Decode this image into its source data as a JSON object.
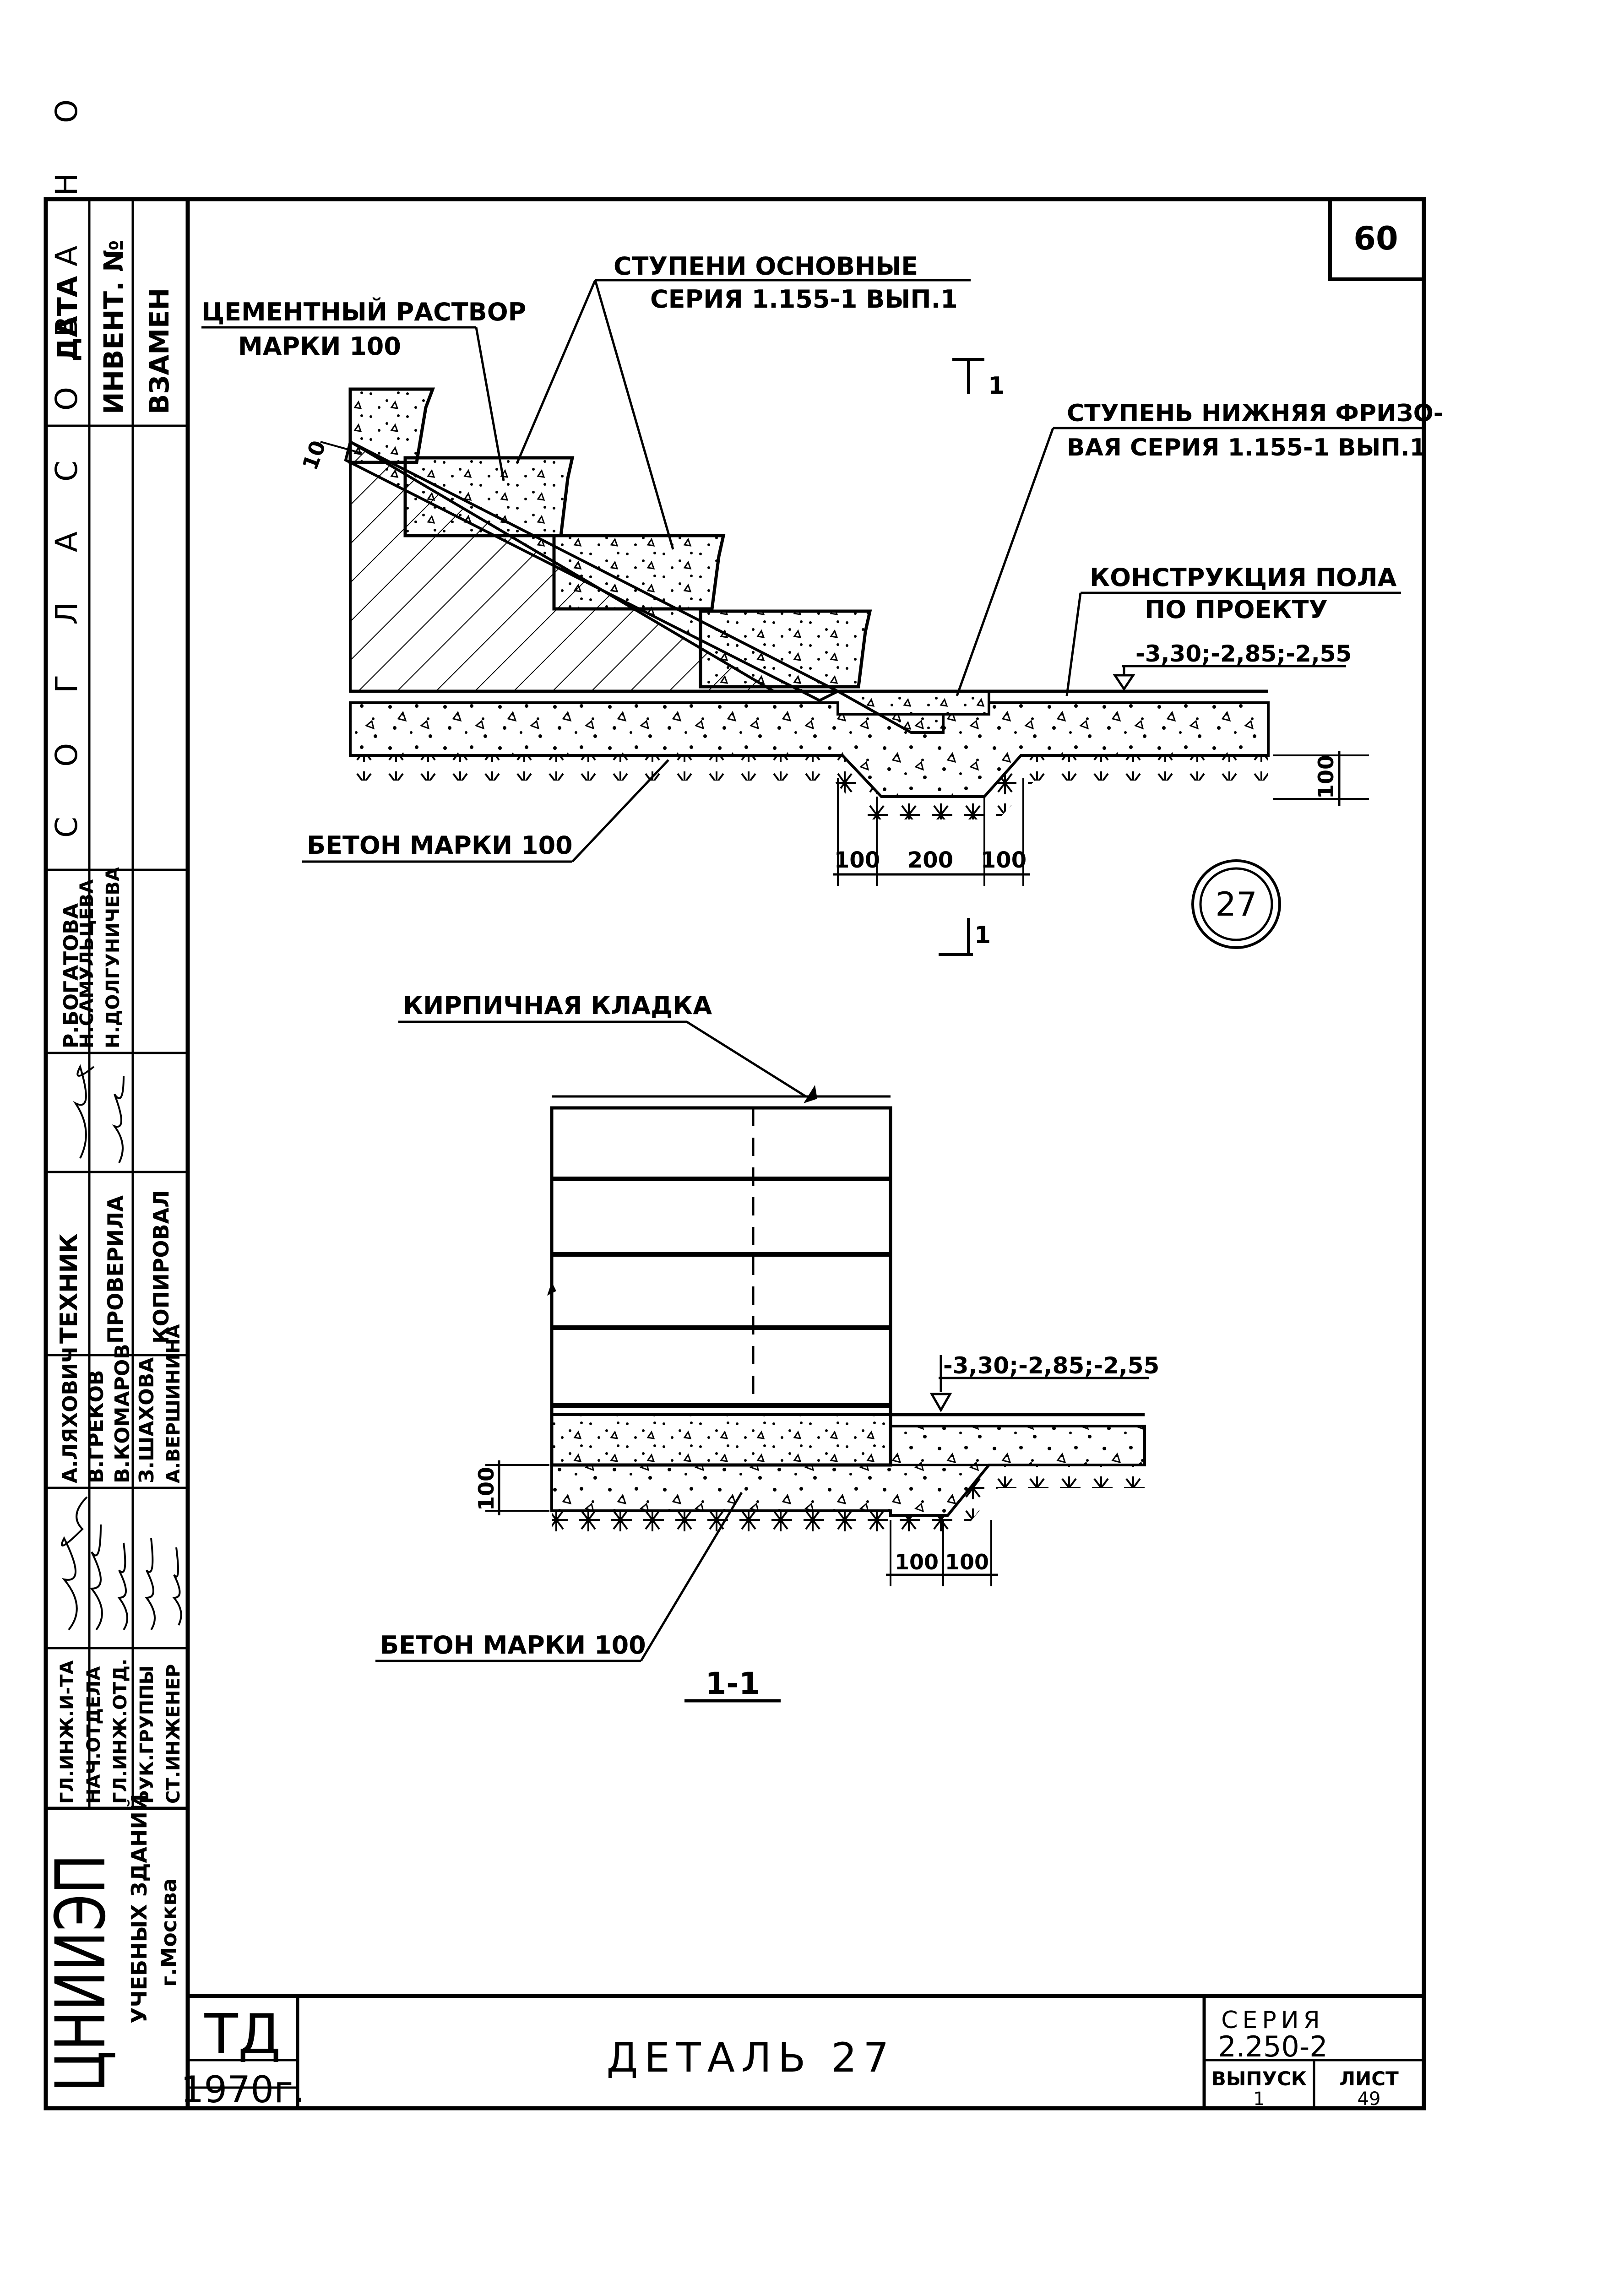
{
  "sheet_number": "60",
  "labels": {
    "cement_mortar": "ЦЕМЕНТНЫЙ РАСТВОР",
    "cement_mortar_grade": "МАРКИ 100",
    "main_steps": "СТУПЕНИ ОСНОВНЫЕ",
    "main_steps_series": "СЕРИЯ 1.155-1 ВЫП.1",
    "bottom_step_1": "СТУПЕНЬ НИЖНЯЯ ФРИЗО-",
    "bottom_step_2": "ВАЯ СЕРИЯ 1.155-1 ВЫП.1",
    "floor_1": "КОНСТРУКЦИЯ ПОЛА",
    "floor_2": "ПО ПРОЕКТУ",
    "levels_top": "-3,30;-2,85;-2,55",
    "levels_section": "-3,30;-2,85;-2,55",
    "concrete_top": "БЕТОН МАРКИ 100",
    "concrete_section": "БЕТОН МАРКИ 100",
    "brickwork": "КИРПИЧНАЯ КЛАДКА",
    "section_mark_top": "1",
    "section_mark_bottom": "1",
    "section_title": "1-1",
    "detail_circle": "27",
    "slope_dim": "10"
  },
  "dimensions": {
    "top_left": "100",
    "top_mid": "200",
    "top_right": "100",
    "top_height": "100",
    "sec_height": "100",
    "sec_left": "100",
    "sec_right": "100"
  },
  "side_stamp": {
    "data": "ДАТА",
    "invent": "ИНВЕНТ. №",
    "vzamen": "ВЗАМЕН",
    "soglasovano": "С О Г Л А С О В А Н О",
    "names_top": [
      "Р.БОГАТОВА",
      "Н.САМУЛЬЦЕВА",
      "Н.ДОЛГУНИЧЕВА"
    ],
    "roles_mid": [
      "ТЕХНИК",
      "ПРОВЕРИЛА",
      "КОПИРОВАЛ"
    ],
    "names_mid": [
      "А.ЛЯХОВИЧ",
      "В.ГРЕКОВ",
      "В.КОМАРОВ",
      "З.ШАХОВА",
      "А.ВЕРШИНИНА"
    ],
    "roles_bottom": [
      "ГЛ.ИНЖ.И-ТА",
      "НАЧ.ОТДЕЛА",
      "ГЛ.ИНЖ.ОТД.",
      "РУК.ГРУППЫ",
      "СТ.ИНЖЕНЕР"
    ],
    "signatures": [
      "sig-1",
      "sig-2",
      "sig-3",
      "sig-4",
      "sig-5",
      "sig-6",
      "sig-7"
    ],
    "org": "ЦНИИЭП",
    "org_sub": "УЧЕБНЫХ ЗДАНИЙ",
    "city": "г.Москва"
  },
  "title_block": {
    "td": "ТД",
    "year": "1970г.",
    "title": "ДЕТАЛЬ 27",
    "series_label": "СЕРИЯ",
    "series": "2.250-2",
    "issue_label": "ВЫПУСК",
    "issue": "1",
    "sheet_label": "ЛИСТ",
    "sheet": "49"
  }
}
